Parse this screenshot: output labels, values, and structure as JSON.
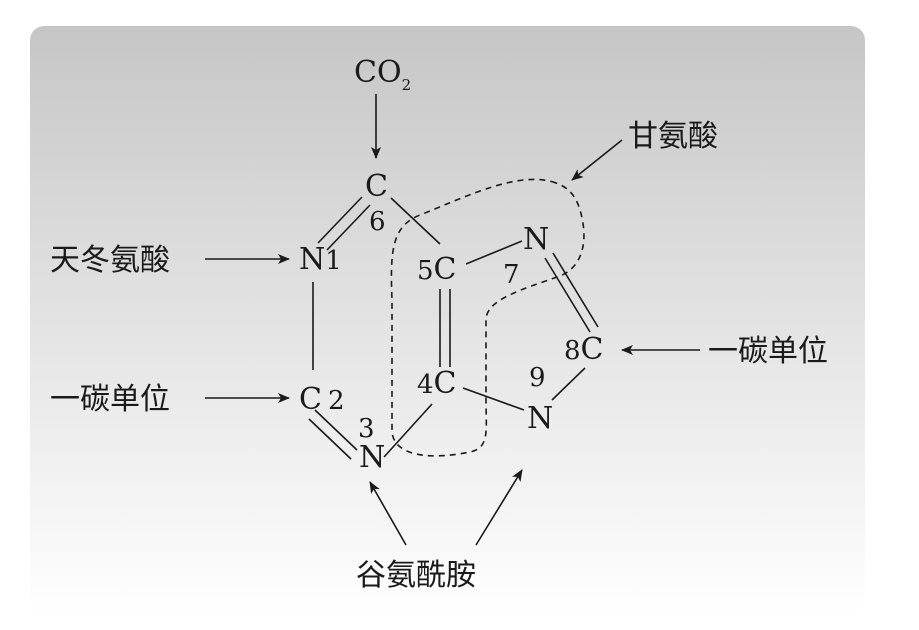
{
  "atoms": {
    "c6": {
      "element": "C",
      "number": "6"
    },
    "n1": {
      "element": "N",
      "number": "1"
    },
    "c2": {
      "element": "C",
      "number": "2"
    },
    "n3": {
      "element": "N",
      "number": "3"
    },
    "c4": {
      "element": "C",
      "number": "4"
    },
    "c5": {
      "element": "C",
      "number": "5"
    },
    "n7": {
      "element": "N",
      "number": "7"
    },
    "c8": {
      "element": "C",
      "number": "8"
    },
    "n9": {
      "element": "N",
      "number": "9"
    }
  },
  "co2": {
    "main": "CO",
    "subscript": "2"
  },
  "sources": {
    "aspartate": "天冬氨酸",
    "glycine": "甘氨酸",
    "one_carbon_left": "一碳单位",
    "one_carbon_right": "一碳单位",
    "glutamine": "谷氨酰胺"
  },
  "colors": {
    "ink": "#1a1a1a",
    "panel_top": "#c9c9c9",
    "panel_bottom": "#ffffff"
  }
}
